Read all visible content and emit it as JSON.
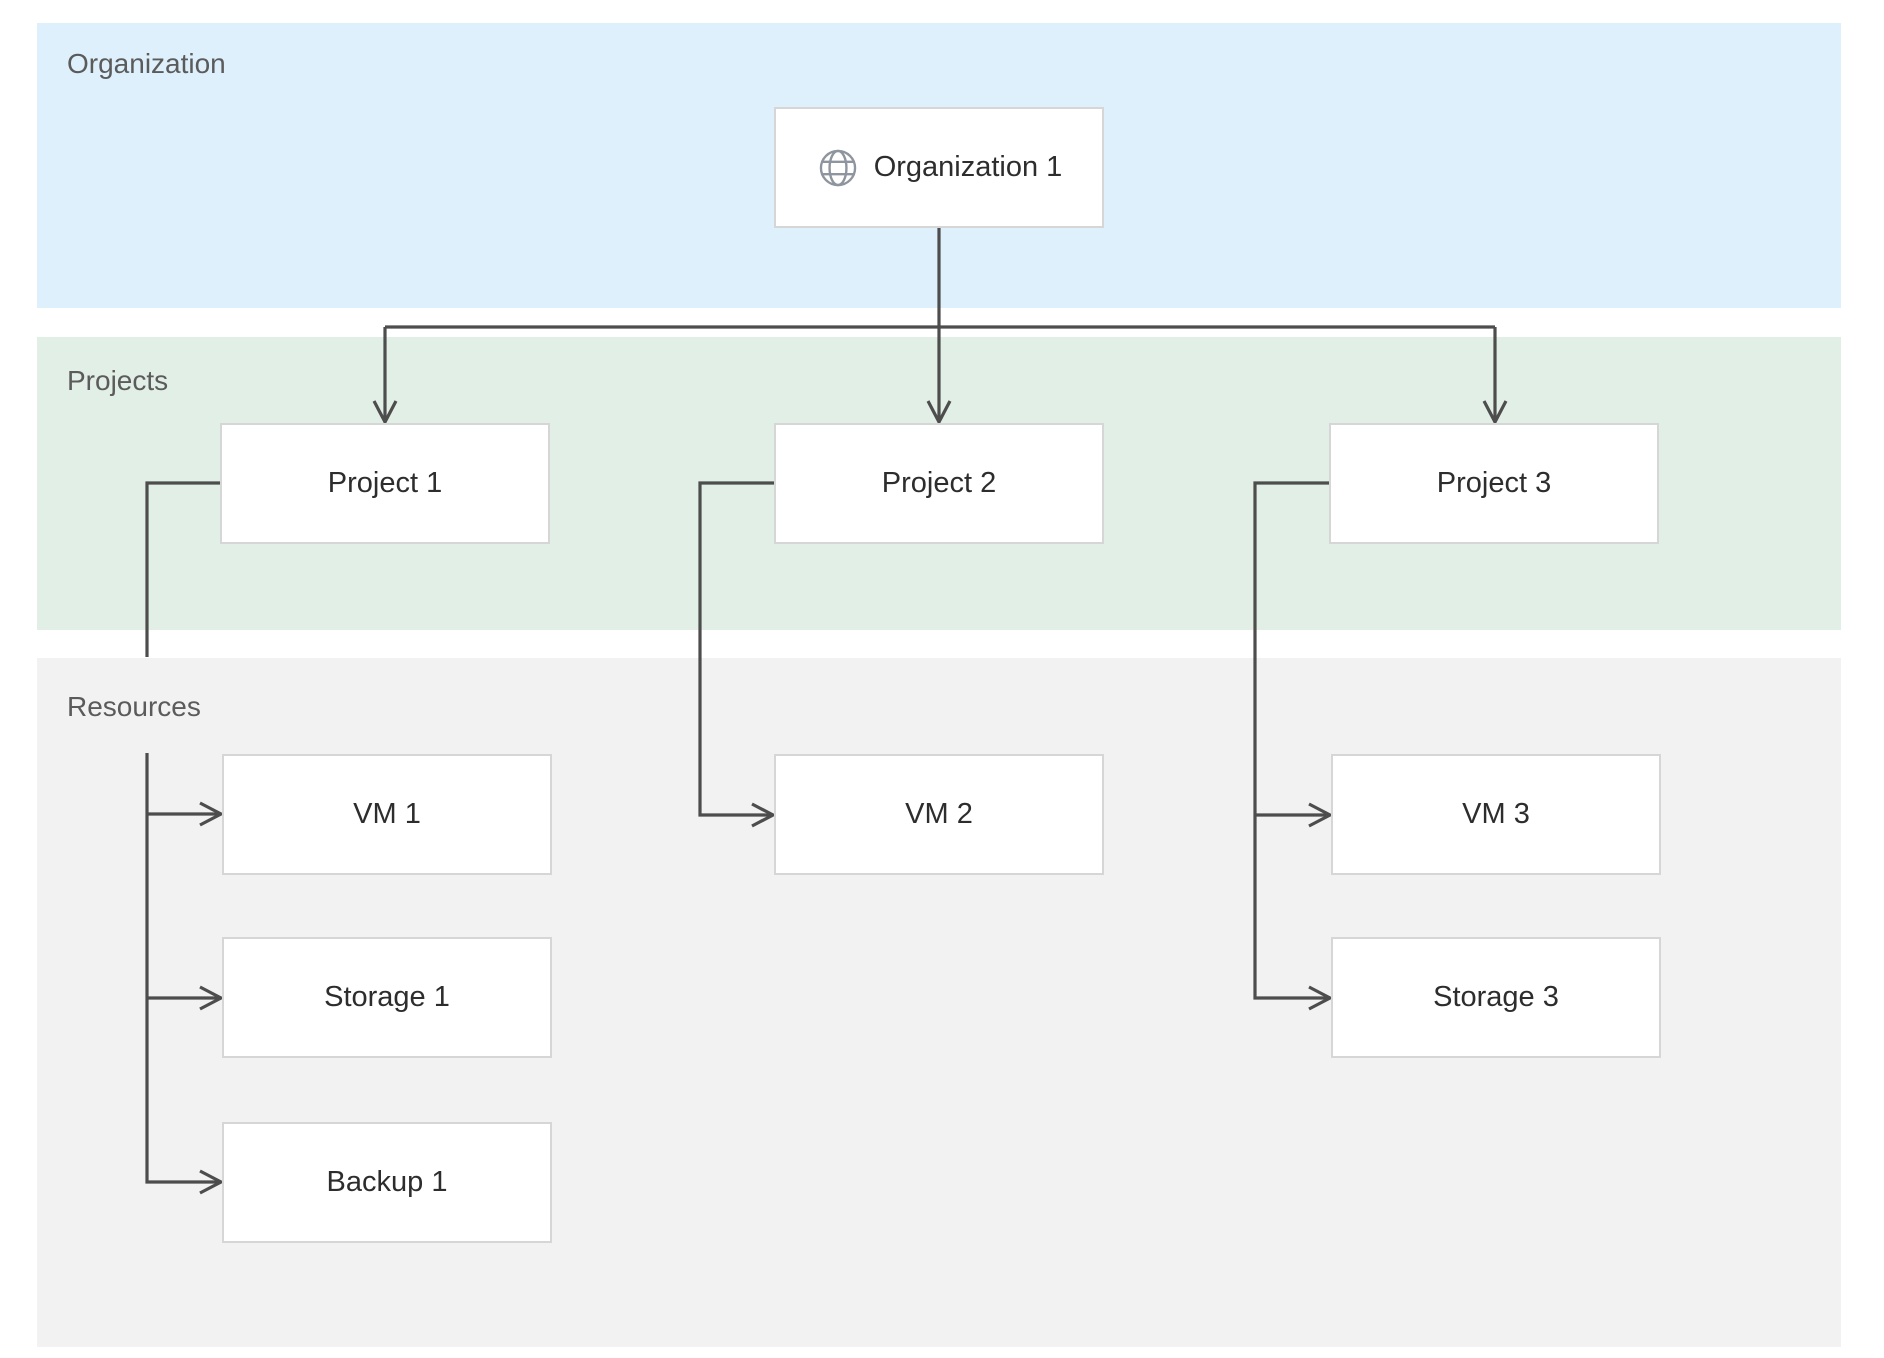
{
  "bands": {
    "organization": {
      "label": "Organization"
    },
    "projects": {
      "label": "Projects"
    },
    "resources": {
      "label": "Resources"
    }
  },
  "nodes": {
    "organization1": {
      "label": "Organization 1",
      "icon": "globe-icon"
    },
    "project1": {
      "label": "Project 1"
    },
    "project2": {
      "label": "Project 2"
    },
    "project3": {
      "label": "Project 3"
    },
    "vm1": {
      "label": "VM 1"
    },
    "storage1": {
      "label": "Storage 1"
    },
    "backup1": {
      "label": "Backup 1"
    },
    "vm2": {
      "label": "VM 2"
    },
    "vm3": {
      "label": "VM 3"
    },
    "storage3": {
      "label": "Storage 3"
    }
  },
  "edges": [
    {
      "from": "Organization 1",
      "to": "Project 1"
    },
    {
      "from": "Organization 1",
      "to": "Project 2"
    },
    {
      "from": "Organization 1",
      "to": "Project 3"
    },
    {
      "from": "Project 1",
      "to": "VM 1"
    },
    {
      "from": "Project 1",
      "to": "Storage 1"
    },
    {
      "from": "Project 1",
      "to": "Backup 1"
    },
    {
      "from": "Project 2",
      "to": "VM 2"
    },
    {
      "from": "Project 3",
      "to": "VM 3"
    },
    {
      "from": "Project 3",
      "to": "Storage 3"
    }
  ],
  "colors": {
    "band_organization": "#def0fb",
    "band_projects": "#e2efe7",
    "band_resources": "#f2f2f2",
    "band_label_text": "#5b5b5b",
    "node_background": "#ffffff",
    "node_border": "#d6d6d6",
    "node_label_text": "#2d2d2d",
    "connector": "#4d4d4d",
    "globe_icon": "#8f959e"
  }
}
